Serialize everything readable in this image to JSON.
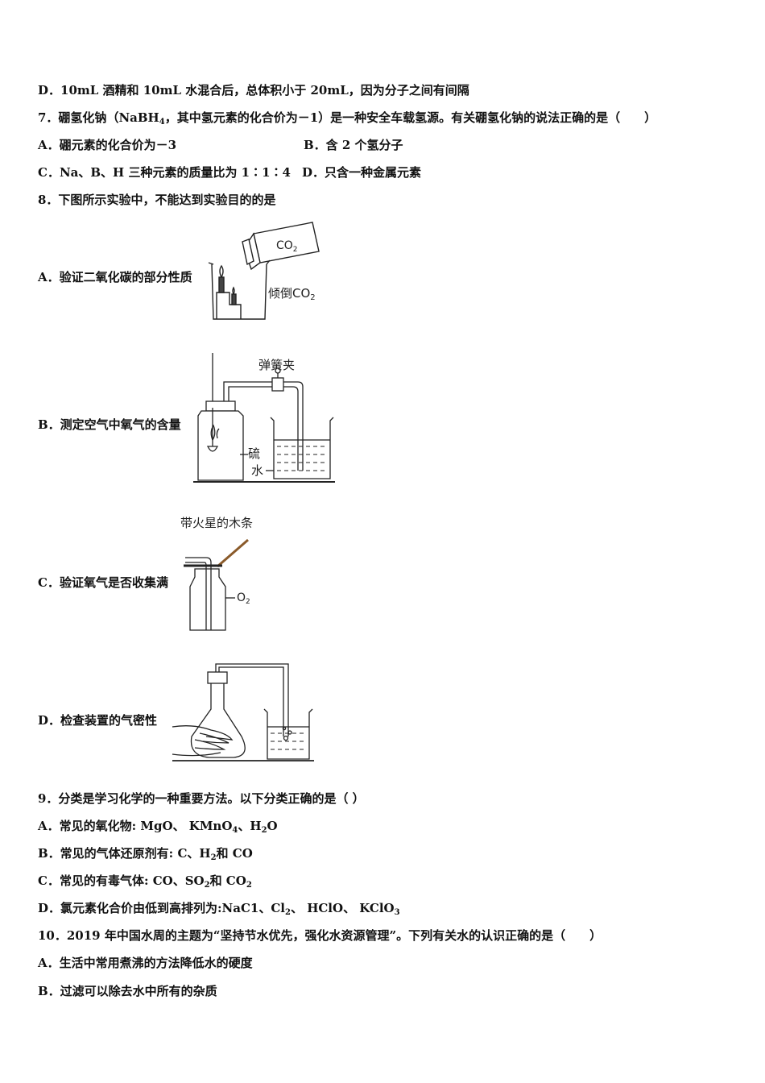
{
  "q6": {
    "optD": "D．10mL 酒精和 10mL 水混合后，总体积小于 20mL，因为分子之间有间隔"
  },
  "q7": {
    "stem_a": "7．硼氢化钠（NaBH",
    "stem_sub": "4",
    "stem_b": "，其中氢元素的化合价为－1）是一种安全车载氢源。有关硼氢化钠的说法正确的是（　　）",
    "optA": "A．硼元素的化合价为－3",
    "optB": "B．含 2 个氢分子",
    "optC": "C．Na、B、H 三种元素的质量比为 1∶1∶4",
    "optD": "D．只含一种金属元素"
  },
  "q8": {
    "stem": "8．下图所示实验中，不能达到实验目的的是",
    "optA": "A．验证二氧化碳的部分性质",
    "optB": "B．测定空气中氧气的含量",
    "optC": "C．验证氧气是否收集满",
    "optD": "D．检查装置的气密性",
    "figA": {
      "bottle_label": "CO",
      "bottle_sub": "2",
      "pour_label": "倾倒CO",
      "pour_sub": "2"
    },
    "figB": {
      "clip_label": "弹簧夹",
      "sulfur_label": "硫",
      "water_label": "水"
    },
    "figC": {
      "stick_label": "带火星的木条",
      "gas_label": "O",
      "gas_sub": "2"
    }
  },
  "q9": {
    "stem": "9．分类是学习化学的一种重要方法。以下分类正确的是（ ）",
    "optA": {
      "a": "A．常见的氧化物: MgO、 KMnO",
      "s1": "4",
      "b": "、H",
      "s2": "2",
      "c": "O"
    },
    "optB": {
      "a": "B．常见的气体还原剂有: C、H",
      "s1": "2",
      "b": "和 CO"
    },
    "optC": {
      "a": "C．常见的有毒气体: CO、SO",
      "s1": "2",
      "b": "和 CO",
      "s2": "2"
    },
    "optD": {
      "a": "D．氯元素化合价由低到高排列为:NaC1、Cl",
      "s1": "2",
      "b": "、 HClO、 KClO",
      "s2": "3"
    }
  },
  "q10": {
    "stem": "10．2019 年中国水周的主题为“坚持节水优先，强化水资源管理”。下列有关水的认识正确的是（　　）",
    "optA": "A．生活中常用煮沸的方法降低水的硬度",
    "optB": "B．过滤可以除去水中所有的杂质"
  }
}
